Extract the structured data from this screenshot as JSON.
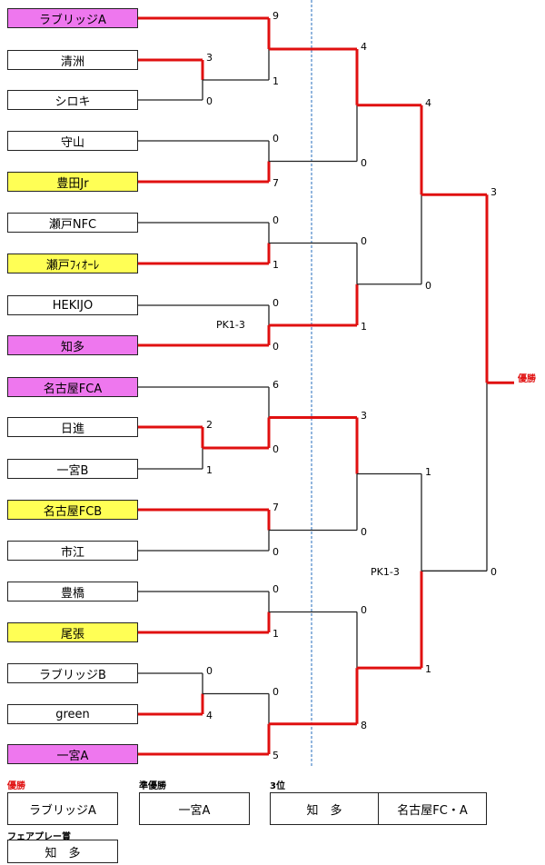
{
  "teams": [
    {
      "name": "ラブリッジA",
      "color": "pink"
    },
    {
      "name": "清洲",
      "color": "white"
    },
    {
      "name": "シロキ",
      "color": "white"
    },
    {
      "name": "守山",
      "color": "white"
    },
    {
      "name": "豊田Jr",
      "color": "yellow"
    },
    {
      "name": "瀬戸NFC",
      "color": "white"
    },
    {
      "name": "瀬戸ﾌｨｵｰﾚ",
      "color": "yellow"
    },
    {
      "name": "HEKIJO",
      "color": "white"
    },
    {
      "name": "知多",
      "color": "pink"
    },
    {
      "name": "名古屋FCA",
      "color": "pink"
    },
    {
      "name": "日進",
      "color": "white"
    },
    {
      "name": "一宮B",
      "color": "white"
    },
    {
      "name": "名古屋FCB",
      "color": "yellow"
    },
    {
      "name": "市江",
      "color": "white"
    },
    {
      "name": "豊橋",
      "color": "white"
    },
    {
      "name": "尾張",
      "color": "yellow"
    },
    {
      "name": "ラブリッジB",
      "color": "white"
    },
    {
      "name": "green",
      "color": "white"
    },
    {
      "name": "一宮A",
      "color": "pink"
    }
  ],
  "scores": {
    "q_kiyosu_shiroki": [
      "3",
      "0"
    ],
    "q_nisshin_ichinomiyab": [
      "2",
      "1"
    ],
    "q_lovebridgeb_green": [
      "0",
      "4"
    ],
    "r1_m1": [
      "9",
      "1"
    ],
    "r1_m2": [
      "0",
      "7"
    ],
    "r1_m3": [
      "0",
      "1"
    ],
    "r1_m4": [
      "0",
      "0"
    ],
    "r1_m5": [
      "6",
      "0"
    ],
    "r1_m6": [
      "7",
      "0"
    ],
    "r1_m7": [
      "0",
      "1"
    ],
    "r1_m8": [
      "0",
      "5"
    ],
    "r2_m1": [
      "4",
      "0"
    ],
    "r2_m2": [
      "0",
      "1"
    ],
    "r2_m3": [
      "3",
      "0"
    ],
    "r2_m4": [
      "0",
      "8"
    ],
    "sf_m1": [
      "4",
      "0"
    ],
    "sf_m2": [
      "1",
      "1"
    ],
    "final": [
      "3",
      "0"
    ]
  },
  "pk_labels": {
    "r1_m4": "PK1-3",
    "sf_m2": "PK1-3"
  },
  "champion_tag": "優勝",
  "results": {
    "champion_label": "優勝",
    "champion": "ラブリッジA",
    "runner_up_label": "準優勝",
    "runner_up": "一宮A",
    "third_label": "3位",
    "third": [
      "知　多",
      "名古屋FC・A"
    ],
    "fairplay_label": "フェアプレー賞",
    "fairplay": "知　多"
  },
  "colors": {
    "win_line": "#e01010",
    "line": "#222222",
    "pink": "#ee77ee",
    "yellow": "#ffff55",
    "divider": "#4a86c8"
  }
}
